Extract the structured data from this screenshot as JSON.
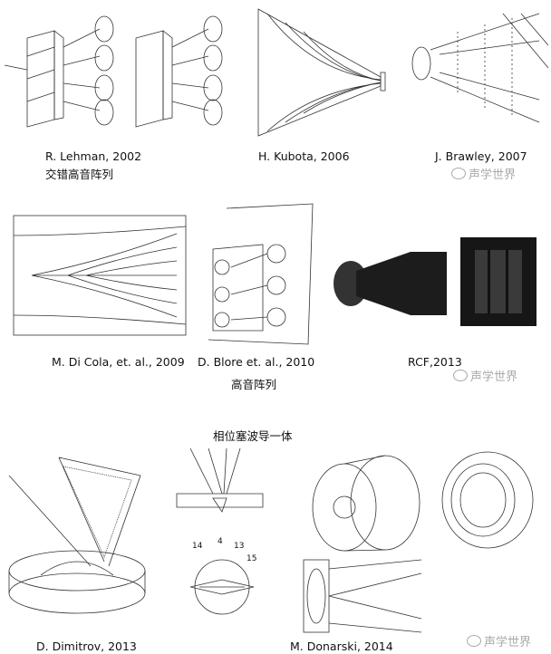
{
  "row1": {
    "captions": [
      "R. Lehman, 2002",
      "H. Kubota, 2006",
      "J. Brawley, 2007"
    ],
    "group_label": "交错高音阵列"
  },
  "row2": {
    "captions": [
      "M. Di Cola, et. al., 2009",
      "D. Blore et. al., 2010",
      "RCF,2013"
    ],
    "group_label": "高音阵列"
  },
  "row3": {
    "section_title": "相位塞波导一体",
    "captions": [
      "D. Dimitrov, 2013",
      "M. Donarski, 2014"
    ],
    "inset_labels": [
      "14",
      "4",
      "13",
      "15"
    ]
  },
  "watermark": "声学世界"
}
